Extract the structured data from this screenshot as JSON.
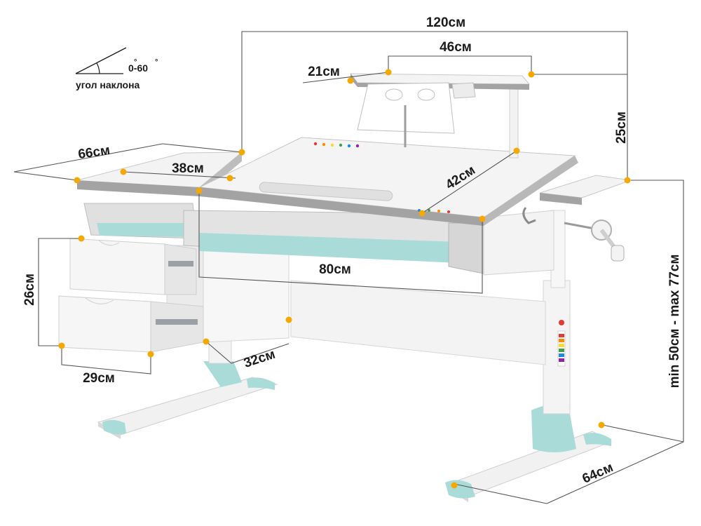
{
  "dimensions": {
    "total_width": "120см",
    "shelf_width": "46см",
    "shelf_depth": "21см",
    "shelf_height": "25см",
    "desk_depth": "66см",
    "side_panel_width": "38см",
    "tabletop_depth": "42см",
    "drawer_width": "80см",
    "drawers_height": "26см",
    "drawers_depth": "29см",
    "cabinet_width": "32см",
    "height_range": "min 50см - max 77см",
    "base_depth": "64см"
  },
  "tilt": {
    "range": "0-60",
    "degree_mark": "°",
    "label": "угол наклона"
  },
  "colors": {
    "accent_mint": "#a9dcd8",
    "marker": "#f5a800",
    "frame": "#f2f2f2",
    "top_edge": "#a3a3a3"
  },
  "icons": [
    "angle-icon",
    "crank-handle-icon",
    "height-scale-icon"
  ]
}
